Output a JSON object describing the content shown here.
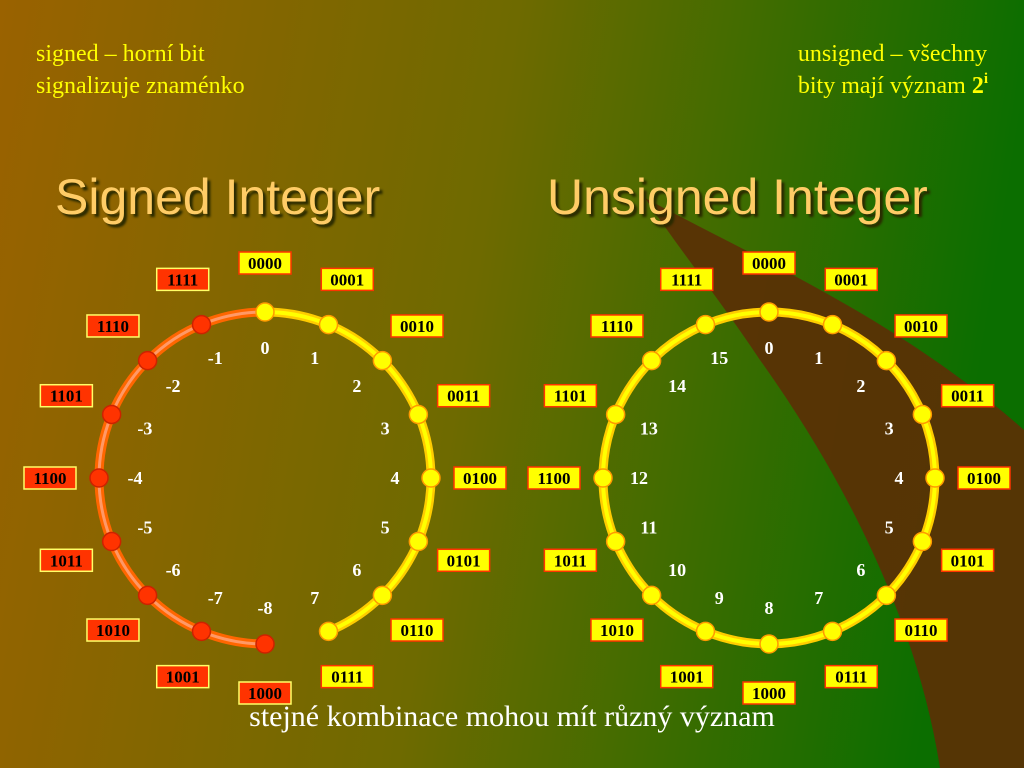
{
  "notes": {
    "signed_line1": "signed – horní bit",
    "signed_line2": "signalizuje znaménko",
    "unsigned_line1": "unsigned – všechny",
    "unsigned_line2_text": "bity mají význam ",
    "unsigned_power_base": "2",
    "unsigned_power_exp": "i"
  },
  "titles": {
    "signed": "Signed Integer",
    "unsigned": "Unsigned Integer"
  },
  "footer": "stejné kombinace mohou mít různý význam",
  "codes": [
    "0000",
    "0001",
    "0010",
    "0011",
    "0100",
    "0101",
    "0110",
    "0111",
    "1000",
    "1001",
    "1010",
    "1011",
    "1100",
    "1101",
    "1110",
    "1111"
  ],
  "signed_values": [
    "0",
    "1",
    "2",
    "3",
    "4",
    "5",
    "6",
    "7",
    "-8",
    "-7",
    "-6",
    "-5",
    "-4",
    "-3",
    "-2",
    "-1"
  ],
  "unsigned_values": [
    "0",
    "1",
    "2",
    "3",
    "4",
    "5",
    "6",
    "7",
    "8",
    "9",
    "10",
    "11",
    "12",
    "13",
    "14",
    "15"
  ],
  "colors": {
    "positive": "#ffff00",
    "negative": "#ff3300",
    "note_text": "#ffff00",
    "title_text": "#ffcc66",
    "label_box_positive": "#ffff00",
    "label_box_negative": "#ff3300"
  }
}
